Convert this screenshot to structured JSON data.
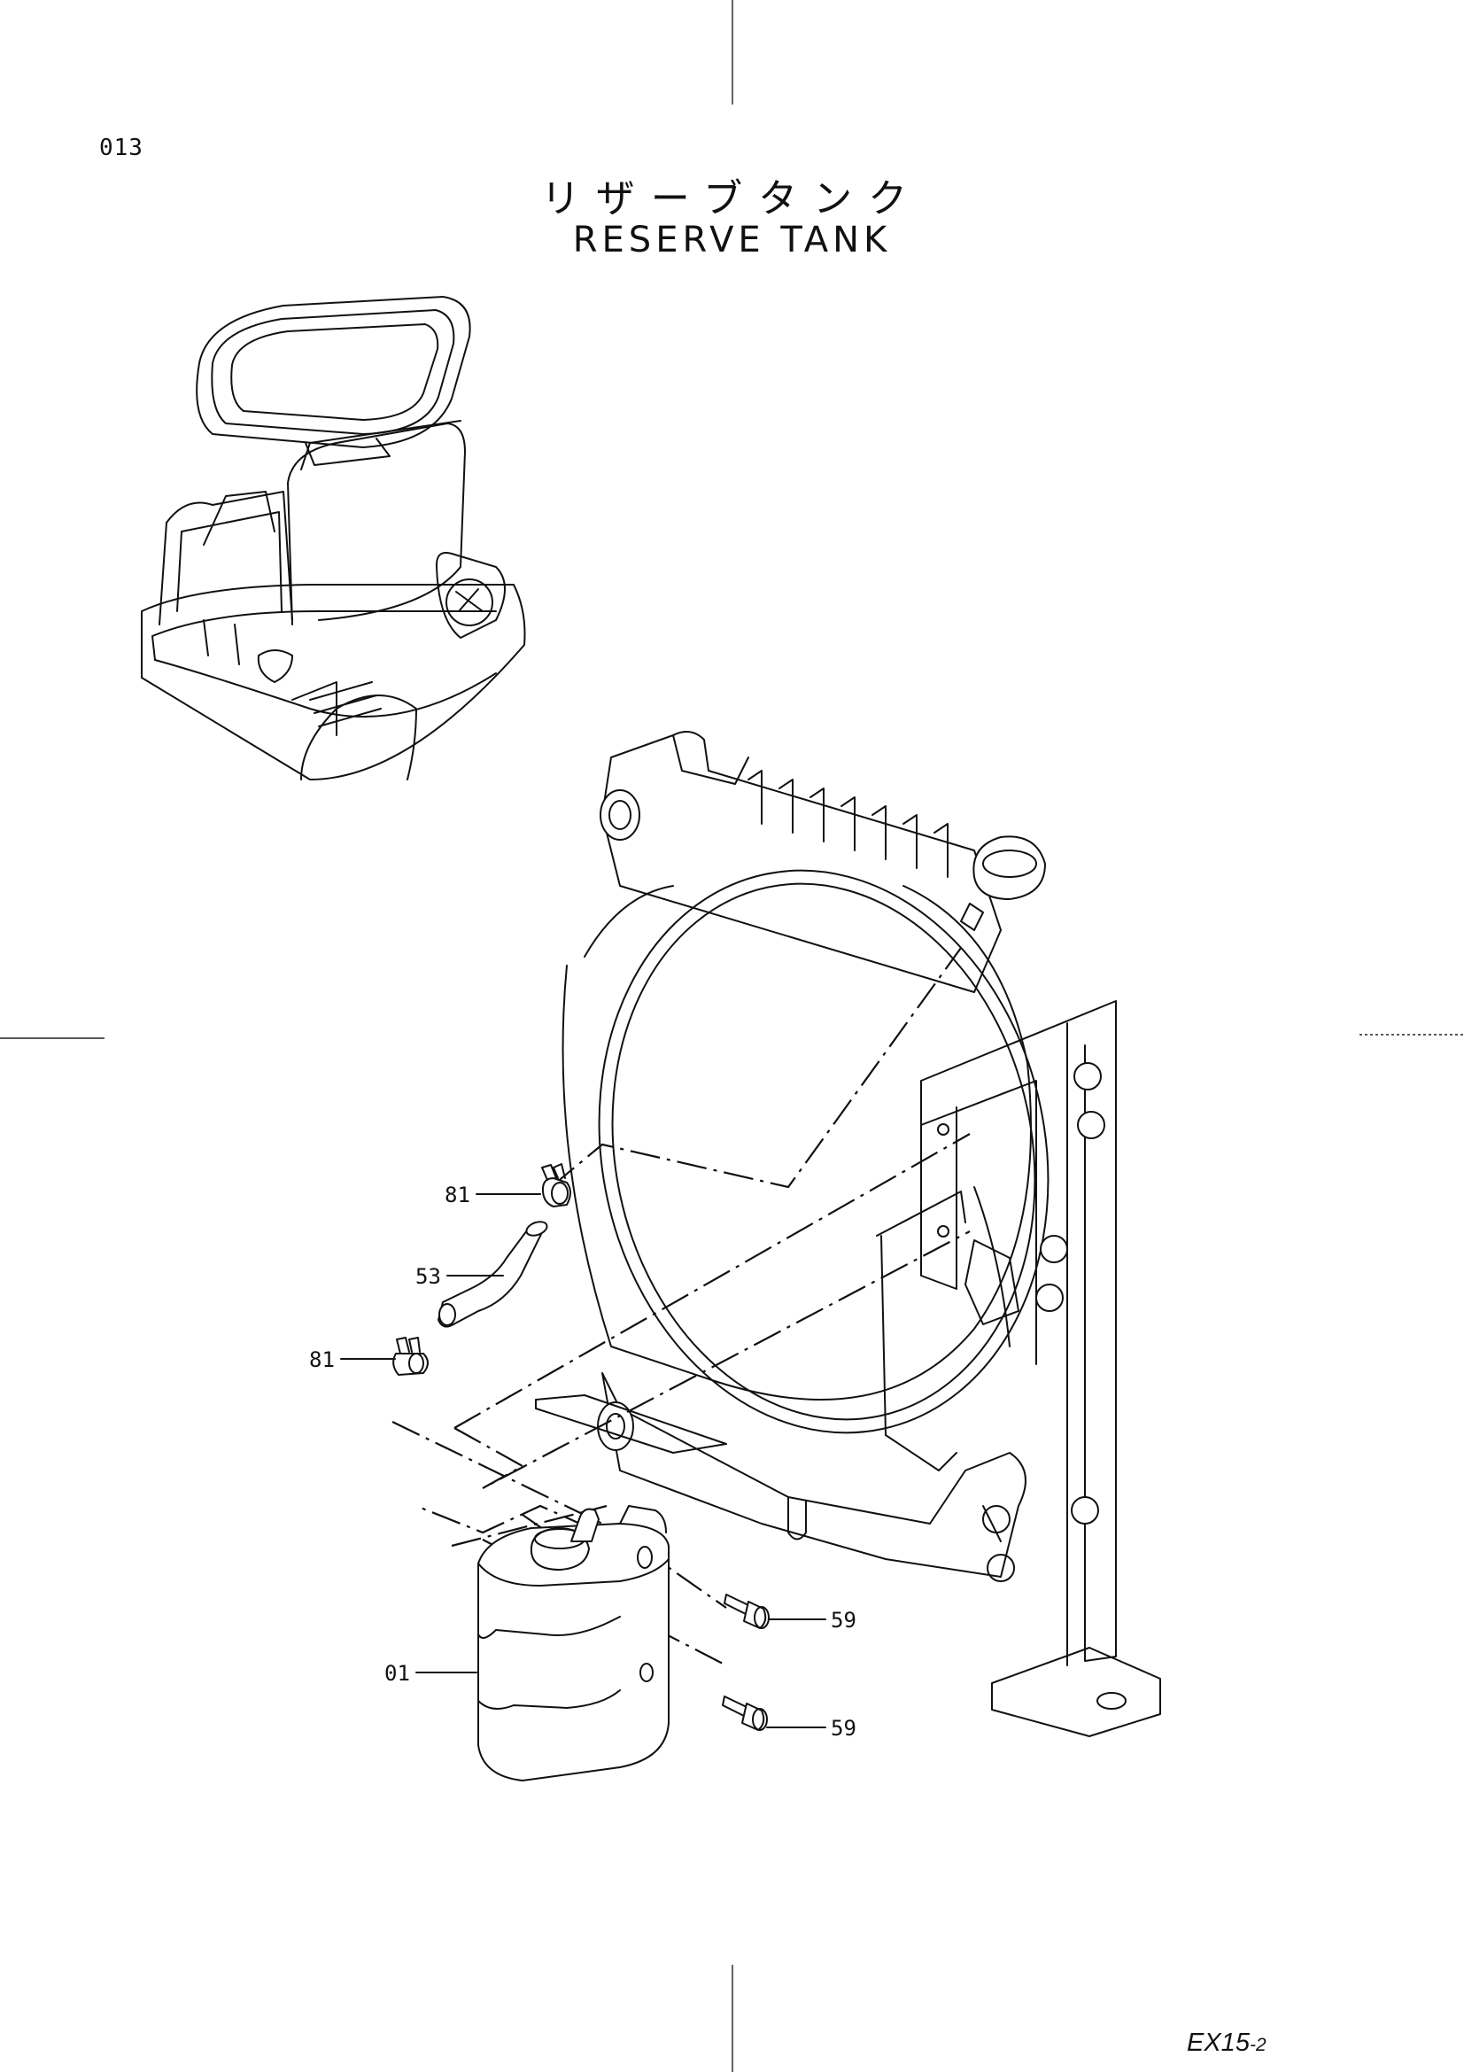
{
  "page_number": "013",
  "title_japanese": "リザーブタンク",
  "title_english": "RESERVE TANK",
  "document_code": "EX15",
  "document_code_suffix": "-2",
  "callouts": {
    "hose_clamp_upper": "81",
    "hose": "53",
    "hose_clamp_lower": "81",
    "reserve_tank": "01",
    "bolt_upper": "59",
    "bolt_lower": "59"
  }
}
